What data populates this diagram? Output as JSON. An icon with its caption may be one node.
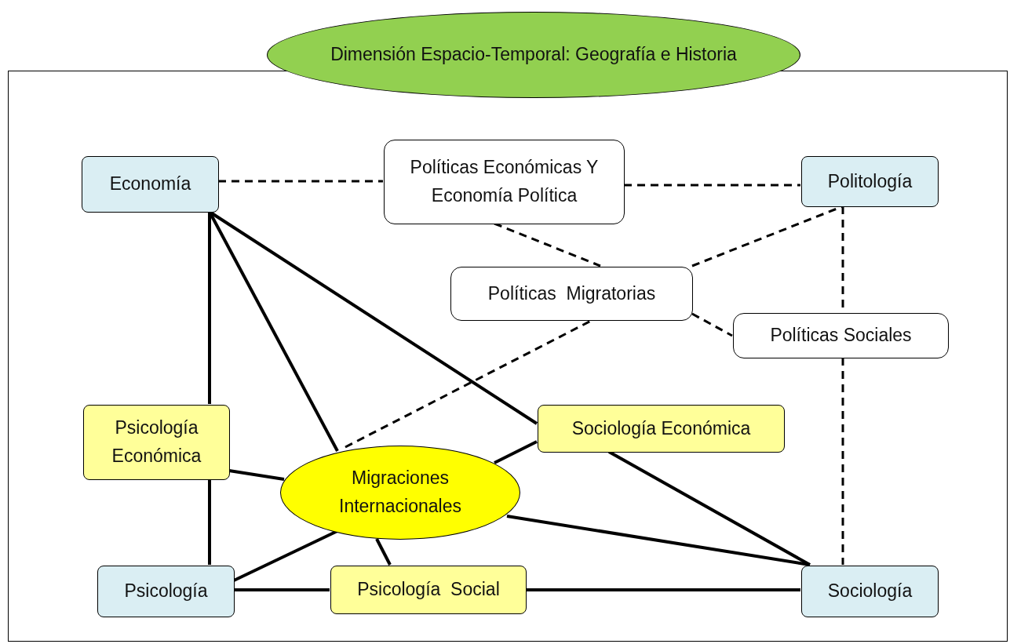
{
  "diagram": {
    "nodes": [
      {
        "text": [
          "Dimensión Espacio-Temporal: Geografía e Historia"
        ]
      },
      {
        "text": [],
        "shape": "box"
      },
      {
        "text": [
          "Economía"
        ],
        "in": 1
      },
      {
        "text": [
          "Políticas Económicas Y Economía Política"
        ],
        "in": 1
      },
      {
        "text": [
          "Politología"
        ],
        "in": 1
      },
      {
        "text": [
          "Políticas  Migratorias"
        ],
        "in": 1
      },
      {
        "text": [
          "Políticas Sociales"
        ],
        "in": 1
      },
      {
        "text": [
          "Psicología Económica"
        ],
        "in": 1
      },
      {
        "text": [
          "Sociología Económica"
        ],
        "in": 1
      },
      {
        "text": [
          "Migraciones Internacionales"
        ],
        "in": 1
      },
      {
        "text": [
          "Psicología"
        ],
        "in": 1
      },
      {
        "text": [
          "Psicología  Social"
        ],
        "in": 1
      },
      {
        "text": [
          "Sociología"
        ],
        "in": 1
      }
    ],
    "edges": [
      {
        "from": 2,
        "to": 3,
        "arrow": "none",
        "style": "dashed"
      },
      {
        "from": 3,
        "to": 4,
        "arrow": "none",
        "style": "dashed"
      },
      {
        "from": 3,
        "to": 5,
        "arrow": "none",
        "style": "dashed"
      },
      {
        "from": 5,
        "to": 4,
        "arrow": "none",
        "style": "dashed"
      },
      {
        "from": 5,
        "to": 6,
        "arrow": "none",
        "style": "dashed"
      },
      {
        "from": 4,
        "to": 6,
        "arrow": "none",
        "style": "dashed"
      },
      {
        "from": 6,
        "to": 12,
        "arrow": "none",
        "style": "dashed"
      },
      {
        "from": 9,
        "to": 5,
        "arrow": "none",
        "style": "dashed"
      },
      {
        "from": 2,
        "to": 7,
        "arrow": "none"
      },
      {
        "from": 2,
        "to": 9,
        "arrow": "none"
      },
      {
        "from": 2,
        "to": 8,
        "arrow": "none"
      },
      {
        "from": 7,
        "to": 9,
        "arrow": "none"
      },
      {
        "from": 8,
        "to": 9,
        "arrow": "none"
      },
      {
        "from": 8,
        "to": 12,
        "arrow": "none"
      },
      {
        "from": 9,
        "to": 12,
        "arrow": "none"
      },
      {
        "from": 7,
        "to": 10,
        "arrow": "none"
      },
      {
        "from": 9,
        "to": 10,
        "arrow": "none"
      },
      {
        "from": 9,
        "to": 11,
        "arrow": "none"
      },
      {
        "from": 10,
        "to": 11,
        "arrow": "none"
      },
      {
        "from": 11,
        "to": 12,
        "arrow": "none"
      }
    ]
  }
}
